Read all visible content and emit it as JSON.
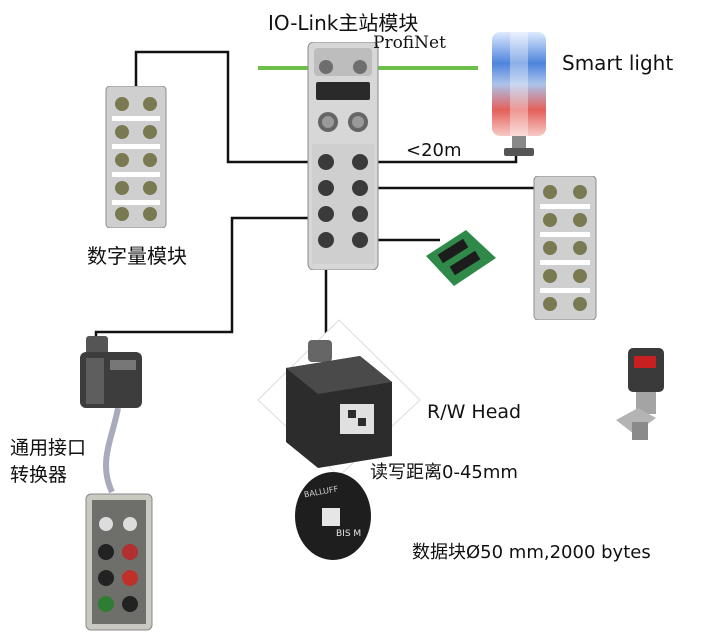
{
  "labels": {
    "master_title": "IO-Link主站模块",
    "profinet": "ProfiNet",
    "smart_light": "Smart light",
    "distance": "<20m",
    "digital_module": "数字量模块",
    "universal_converter_line1": "通用接口",
    "universal_converter_line2": "转换器",
    "rw_head": "R/W Head",
    "read_write_distance": "读写距离0-45mm",
    "data_carrier": "数据块Ø50 mm,2000 bytes"
  },
  "tag_print": {
    "brand": "BALLUFF",
    "model": "BIS M"
  },
  "colors": {
    "ethernet_green": "#6cc04a",
    "cable_black": "#111111",
    "module_grey": "#c9c9c9",
    "smart_light_blue": "#2f6fd6",
    "smart_light_red": "#e0443c"
  }
}
